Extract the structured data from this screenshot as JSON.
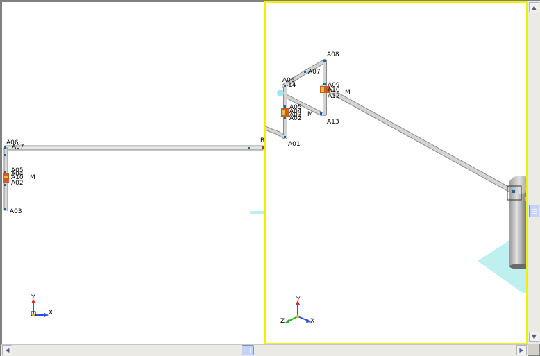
{
  "left_view": {
    "labels": {
      "a06": "A06",
      "a07": "A07",
      "a05": "A05",
      "a04": "A04",
      "a10": "A10",
      "m": "M",
      "a02": "A02",
      "a03": "A03",
      "b": "B"
    },
    "axes": {
      "y": "Y",
      "x": "X"
    }
  },
  "right_view": {
    "labels": {
      "a08": "A08",
      "a07": "A07",
      "a06": "A06",
      "a14": "14",
      "a09": "A09",
      "a10": "A10",
      "m1": "M",
      "a12": "A12",
      "a05": "A05",
      "a04": "A04",
      "a03": "A03",
      "m2": "M",
      "a02": "A02",
      "a13": "A13",
      "a01": "A01"
    },
    "axes": {
      "y": "Y",
      "z": "Z",
      "x": "X"
    }
  },
  "colors": {
    "active_border": "#f0f000",
    "pipe": "#c8c8c8",
    "node": "#1f5fa8",
    "floor": "#bff0f0",
    "axis_x": "#3050e0",
    "axis_y": "#e02020",
    "axis_z": "#20b020"
  }
}
